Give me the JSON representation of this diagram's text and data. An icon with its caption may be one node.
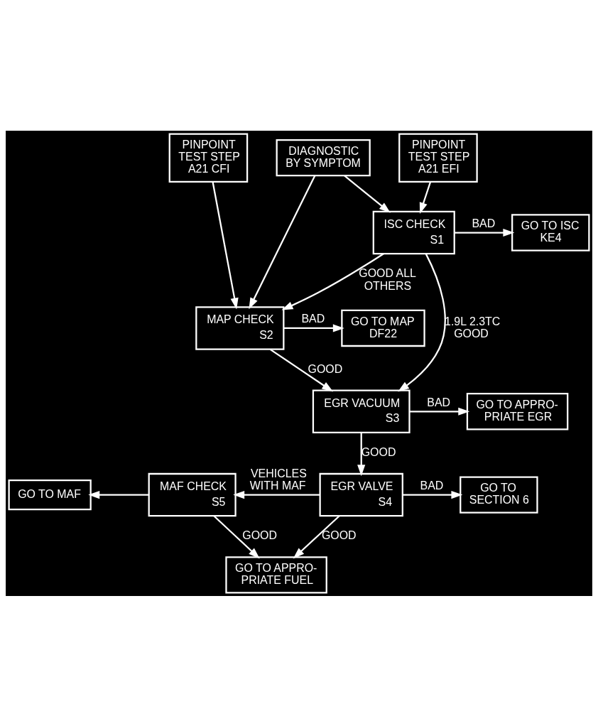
{
  "diagram": {
    "nodes": [
      {
        "text": [
          "PINPOINT TEST STEP A21 CFI"
        ]
      },
      {
        "text": [
          "DIAGNOSTIC BY SYMPTOM"
        ]
      },
      {
        "text": [
          "PINPOINT TEST STEP A21 EFI"
        ]
      },
      {
        "text": [
          "ISC CHECK",
          "S1"
        ]
      },
      {
        "text": [
          "GO TO ISC KE4"
        ]
      },
      {
        "text": [
          "MAP CHECK",
          "S2"
        ]
      },
      {
        "text": [
          "GO TO MAP DF22"
        ]
      },
      {
        "text": [
          "EGR VACUUM",
          "S3"
        ]
      },
      {
        "text": [
          "GO TO APPRO- PRIATE EGR"
        ]
      },
      {
        "text": [
          "GO TO MAF"
        ]
      },
      {
        "text": [
          "MAF CHECK",
          "S5"
        ]
      },
      {
        "text": [
          "EGR VALVE",
          "S4"
        ]
      },
      {
        "text": [
          "GO TO SECTION 6"
        ]
      },
      {
        "text": [
          "GO TO APPRO- PRIATE FUEL"
        ]
      }
    ],
    "edges": [
      {
        "from": 0,
        "to": 5,
        "arrow": "to"
      },
      {
        "from": 1,
        "to": 5,
        "arrow": "to"
      },
      {
        "from": 1,
        "to": 3,
        "arrow": "to"
      },
      {
        "from": 2,
        "to": 3,
        "arrow": "to"
      },
      {
        "from": 3,
        "to": 4,
        "arrow": "to",
        "label": "BAD"
      },
      {
        "from": 3,
        "to": 5,
        "arrow": "to",
        "label": "GOOD ALL OTHERS"
      },
      {
        "from": 3,
        "to": 7,
        "arrow": "to",
        "label": "1.9L 2.3TC GOOD"
      },
      {
        "from": 5,
        "to": 6,
        "arrow": "to",
        "label": "BAD"
      },
      {
        "from": 5,
        "to": 7,
        "arrow": "to",
        "label": "GOOD"
      },
      {
        "from": 7,
        "to": 8,
        "arrow": "to",
        "label": "BAD"
      },
      {
        "from": 7,
        "to": 11,
        "arrow": "to",
        "label": "GOOD"
      },
      {
        "from": 11,
        "to": 10,
        "arrow": "to",
        "label": "VEHICLES WITH MAF"
      },
      {
        "from": 10,
        "to": 9,
        "arrow": "to"
      },
      {
        "from": 11,
        "to": 12,
        "arrow": "to",
        "label": "BAD"
      },
      {
        "from": 11,
        "to": 13,
        "arrow": "to",
        "label": "GOOD"
      },
      {
        "from": 10,
        "to": 13,
        "arrow": "to",
        "label": "GOOD"
      }
    ]
  }
}
